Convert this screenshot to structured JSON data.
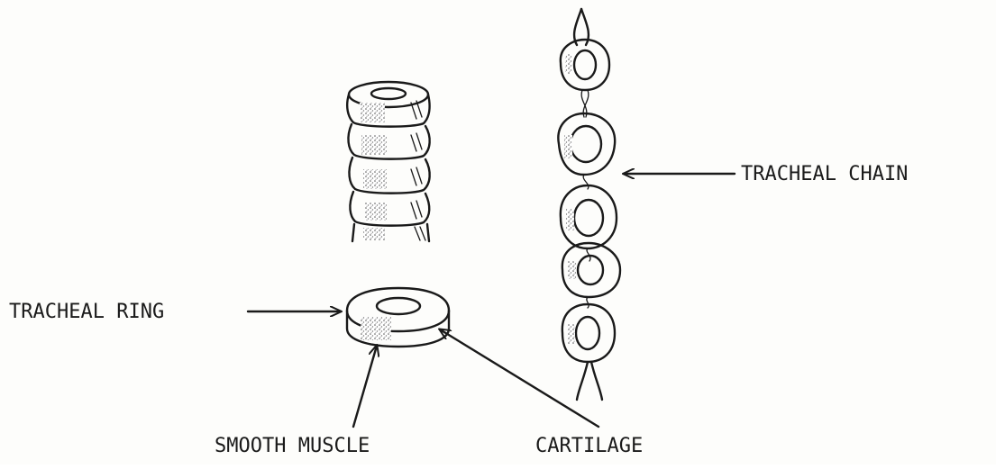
{
  "labels": {
    "tracheal_chain": "TRACHEAL CHAIN",
    "tracheal_ring": "TRACHEAL RING",
    "smooth_muscle": "SMOOTH MUSCLE",
    "cartilage": "CARTILAGE"
  },
  "colors": {
    "ink": "#1a1a1a",
    "paper": "#fdfdfb"
  }
}
